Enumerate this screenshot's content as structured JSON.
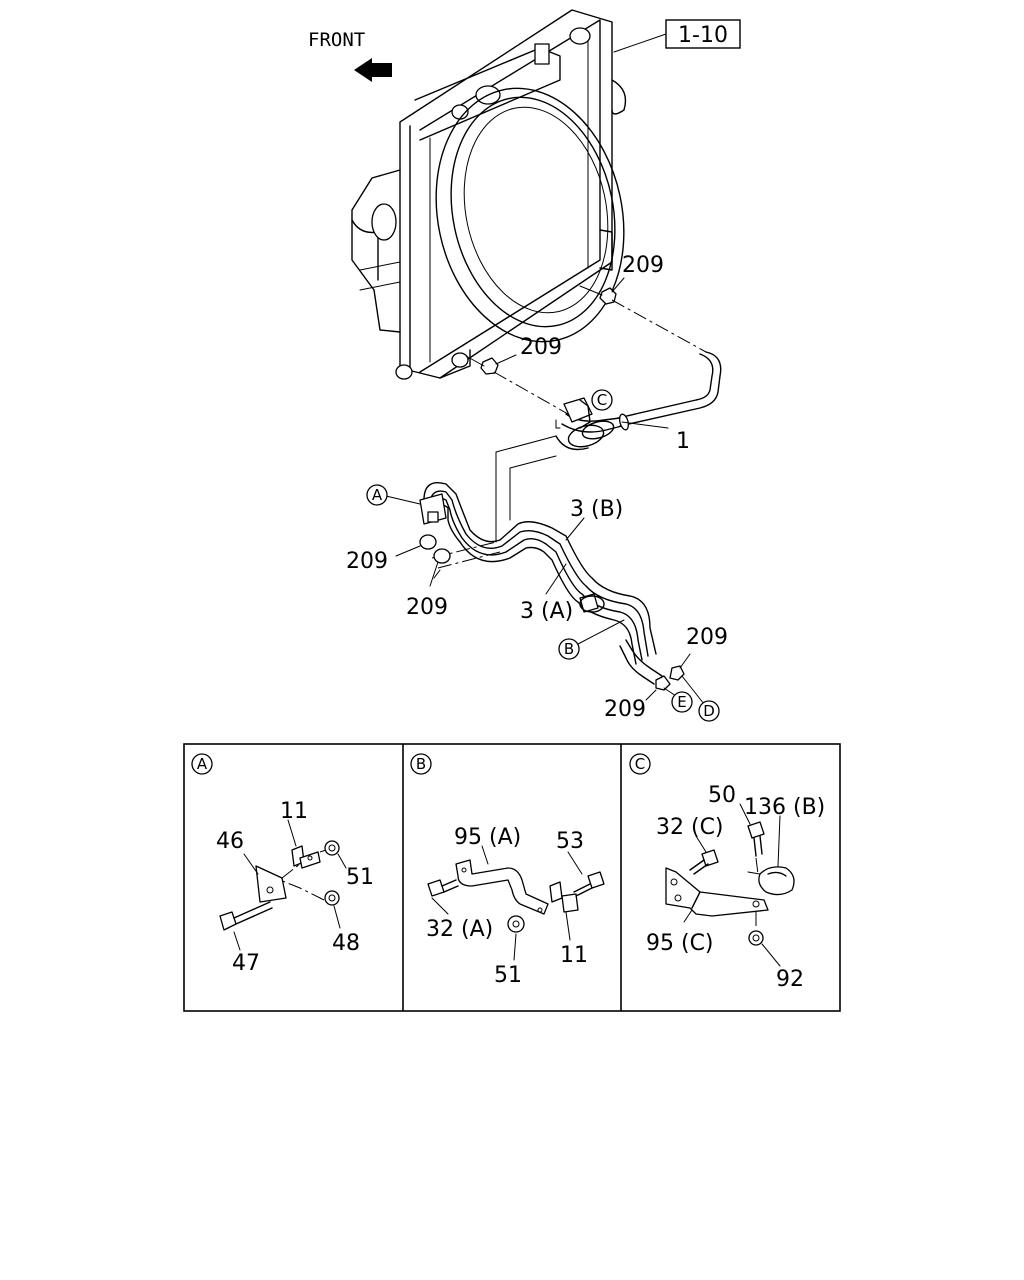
{
  "header": {
    "front_label": "FRONT",
    "ref_box": "1-10"
  },
  "callouts": {
    "c209_a": "209",
    "c209_b": "209",
    "c209_c": "209",
    "c209_d": "209",
    "c209_e": "209",
    "c209_f": "209",
    "c1": "1",
    "c3b": "3 (B)",
    "c3a": "3 (A)"
  },
  "markers": {
    "A": "A",
    "B": "B",
    "C": "C",
    "D": "D",
    "E": "E"
  },
  "detail_panels": {
    "A": {
      "marker": "A",
      "labels": {
        "p11": "11",
        "p46": "46",
        "p51": "51",
        "p47": "47",
        "p48": "48"
      }
    },
    "B": {
      "marker": "B",
      "labels": {
        "p95a": "95 (A)",
        "p53": "53",
        "p32a": "32 (A)",
        "p51": "51",
        "p11": "11"
      }
    },
    "C": {
      "marker": "C",
      "labels": {
        "p50": "50",
        "p136b": "136 (B)",
        "p32c": "32 (C)",
        "p95c": "95 (C)",
        "p92": "92"
      }
    }
  }
}
